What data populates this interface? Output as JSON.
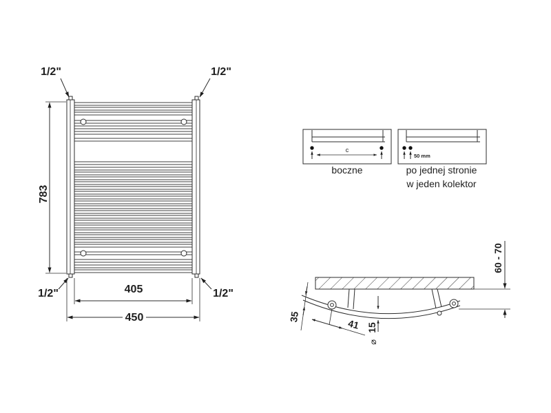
{
  "front_view": {
    "connection_labels": {
      "top_left": "1/2\"",
      "top_right": "1/2\"",
      "bottom_left": "1/2\"",
      "bottom_right": "1/2\""
    },
    "dimensions": {
      "height": "783",
      "inner_width": "405",
      "outer_width": "450"
    }
  },
  "connection_options": [
    {
      "spacing_label": "c",
      "caption_lines": [
        "boczne"
      ]
    },
    {
      "spacing_label": "50 mm",
      "caption_lines": [
        "po jednej stronie",
        "w jeden kolektor"
      ]
    }
  ],
  "side_view": {
    "dimensions": {
      "wall_distance": "60 - 70",
      "depth": "35",
      "offset": "41",
      "diameter": "15",
      "diameter_symbol": "⌀"
    }
  },
  "colors": {
    "line": "#2b2b2b",
    "background": "#ffffff"
  }
}
